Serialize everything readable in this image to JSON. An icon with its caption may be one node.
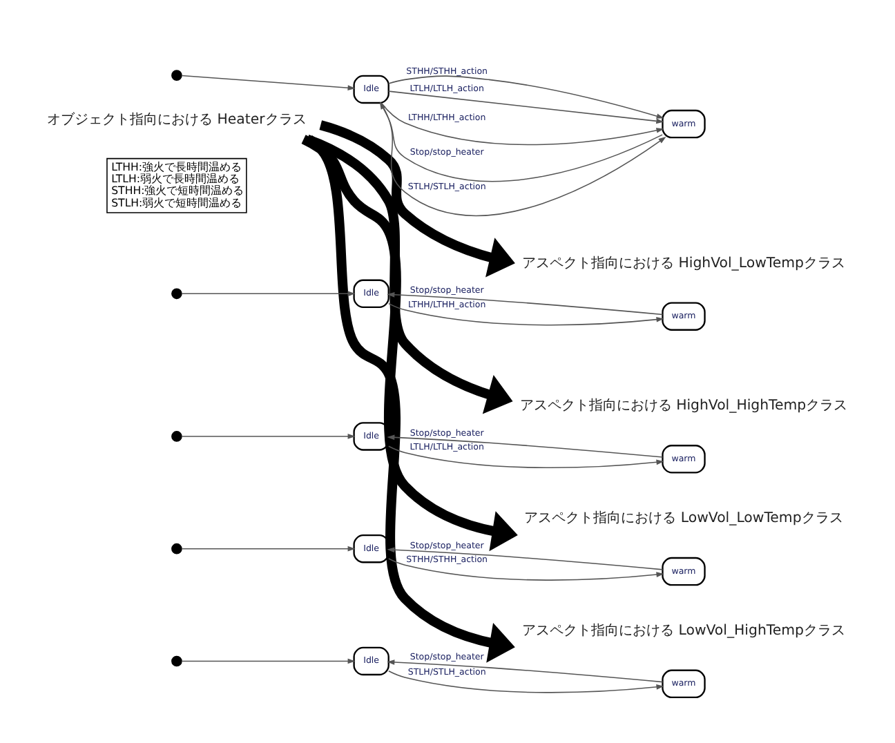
{
  "diagram": {
    "nodes": [
      {
        "text": [
          "オブジェクト指向における Heaterクラス"
        ]
      },
      {
        "text": [],
        "shape": "circle"
      },
      {
        "text": [
          "Idle"
        ]
      },
      {
        "text": [
          "warm"
        ]
      },
      {
        "text": [
          "LTHH:強火で長時間温める",
          "LTLH:弱火で長時間温める",
          "STHH:強火で短時間温める",
          "STLH:弱火で短時間温める"
        ]
      },
      {
        "text": [
          "アスペクト指向における HighVol_LowTempクラス"
        ]
      },
      {
        "text": [],
        "shape": "circle"
      },
      {
        "text": [
          "Idle"
        ]
      },
      {
        "text": [
          "warm"
        ]
      },
      {
        "text": [
          "アスペクト指向における HighVol_HighTempクラス"
        ]
      },
      {
        "text": [],
        "shape": "circle"
      },
      {
        "text": [
          "Idle"
        ]
      },
      {
        "text": [
          "warm"
        ]
      },
      {
        "text": [
          "アスペクト指向における LowVol_LowTempクラス"
        ]
      },
      {
        "text": [],
        "shape": "circle"
      },
      {
        "text": [
          "Idle"
        ]
      },
      {
        "text": [
          "warm"
        ]
      },
      {
        "text": [
          "アスペクト指向における LowVol_HighTempクラス"
        ]
      },
      {
        "text": [],
        "shape": "circle"
      },
      {
        "text": [
          "Idle"
        ]
      },
      {
        "text": [
          "warm"
        ]
      }
    ],
    "edges": [
      {
        "from": 1,
        "to": 2,
        "arrow": "to"
      },
      {
        "from": 2,
        "to": 3,
        "arrow": "to",
        "label": "LTHH/LTHH_action"
      },
      {
        "from": 2,
        "to": 3,
        "arrow": "to",
        "label": "LTLH/LTLH_action"
      },
      {
        "from": 2,
        "to": 3,
        "arrow": "to",
        "label": "STHH/STHH_action"
      },
      {
        "from": 2,
        "to": 3,
        "arrow": "to",
        "label": "STLH/STLH_action"
      },
      {
        "from": 3,
        "to": 2,
        "arrow": "to",
        "label": "Stop/stop_heater"
      },
      {
        "from": 0,
        "to": 5,
        "arrow": "to",
        "style": "thick"
      },
      {
        "from": 0,
        "to": 9,
        "arrow": "to",
        "style": "thick"
      },
      {
        "from": 0,
        "to": 13,
        "arrow": "to",
        "style": "thick"
      },
      {
        "from": 0,
        "to": 17,
        "arrow": "to",
        "style": "thick"
      },
      {
        "from": 6,
        "to": 7,
        "arrow": "to"
      },
      {
        "from": 7,
        "to": 8,
        "arrow": "to",
        "label": "LTHH/LTHH_action"
      },
      {
        "from": 8,
        "to": 7,
        "arrow": "to",
        "label": "Stop/stop_heater"
      },
      {
        "from": 10,
        "to": 11,
        "arrow": "to"
      },
      {
        "from": 11,
        "to": 12,
        "arrow": "to",
        "label": "LTLH/LTLH_action"
      },
      {
        "from": 12,
        "to": 11,
        "arrow": "to",
        "label": "Stop/stop_heater"
      },
      {
        "from": 14,
        "to": 15,
        "arrow": "to"
      },
      {
        "from": 15,
        "to": 16,
        "arrow": "to",
        "label": "STHH/STHH_action"
      },
      {
        "from": 16,
        "to": 15,
        "arrow": "to",
        "label": "Stop/stop_heater"
      },
      {
        "from": 18,
        "to": 19,
        "arrow": "to"
      },
      {
        "from": 19,
        "to": 20,
        "arrow": "to",
        "label": "STLH/STLH_action"
      },
      {
        "from": 20,
        "to": 19,
        "arrow": "to",
        "label": "Stop/stop_heater"
      }
    ]
  }
}
